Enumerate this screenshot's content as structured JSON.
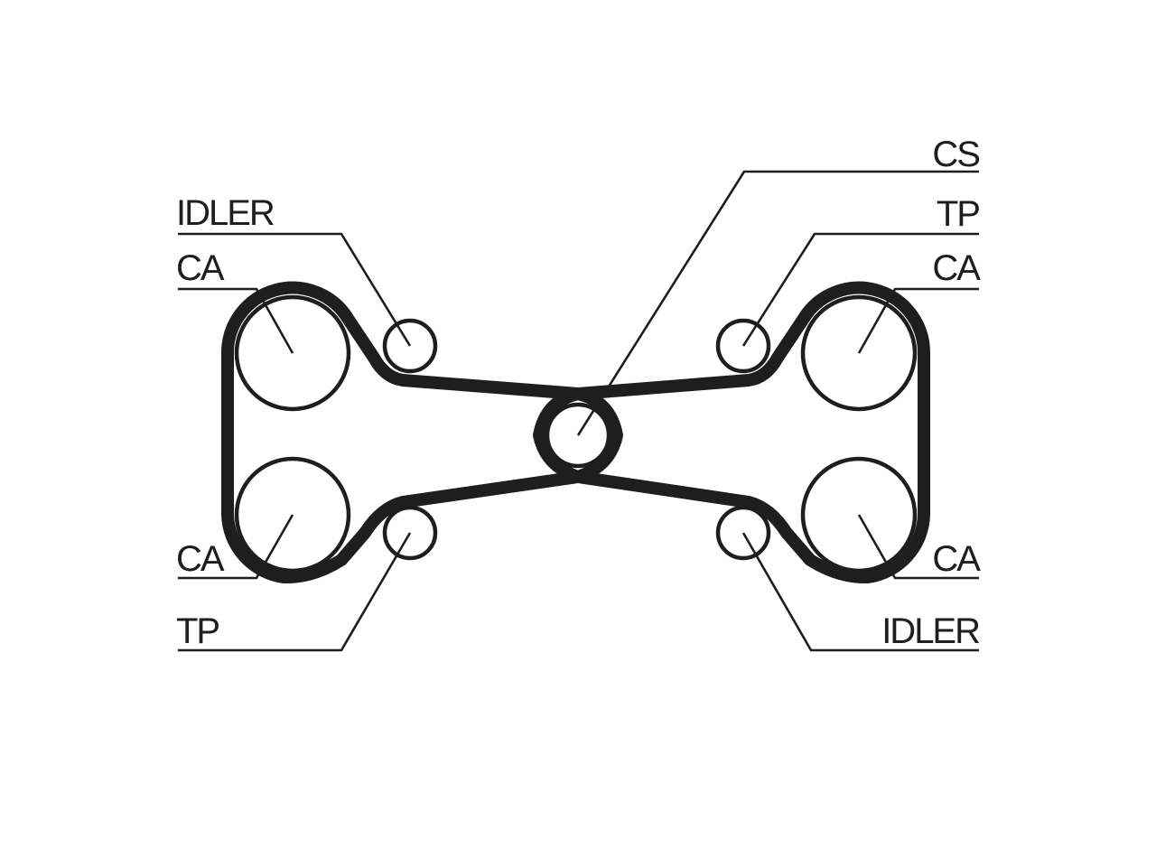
{
  "colors": {
    "ink": "#1e1e1e",
    "background": "#ffffff"
  },
  "labels": {
    "idler_top_left": "IDLER",
    "ca_top_left": "CA",
    "ca_bottom_left": "CA",
    "tp_bottom_left": "TP",
    "cs_top_right": "CS",
    "tp_top_right": "TP",
    "ca_top_right": "CA",
    "ca_bottom_right": "CA",
    "idler_bottom_right": "IDLER"
  }
}
